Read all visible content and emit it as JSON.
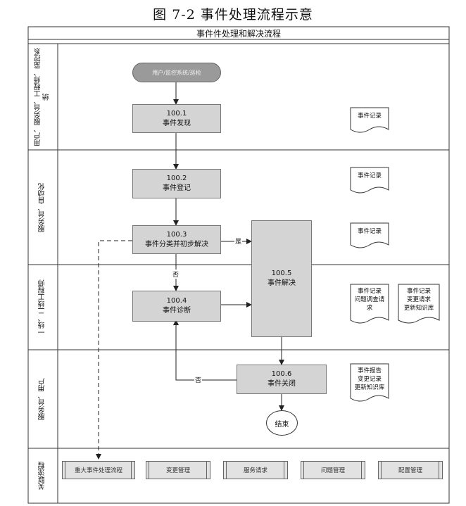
{
  "figure_title": "图 7-2  事件处理流程示意",
  "table_header": "事件件处理和解决流程",
  "lanes": [
    {
      "label": "用户、服务台、工程师、监控系统"
    },
    {
      "label": "服务台、自动化"
    },
    {
      "label": "一线、二线工程师"
    },
    {
      "label": "服务台、用户"
    },
    {
      "label": "关联流程"
    }
  ],
  "start_node": "用户/监控系统/巡检",
  "steps": [
    {
      "id": "100.1",
      "name": "事件发现"
    },
    {
      "id": "100.2",
      "name": "事件登记"
    },
    {
      "id": "100.3",
      "name": "事件分类并初步解决"
    },
    {
      "id": "100.4",
      "name": "事件诊断"
    },
    {
      "id": "100.5",
      "name": "事件解决"
    },
    {
      "id": "100.6",
      "name": "事件关闭"
    }
  ],
  "end_node": "结束",
  "edge_labels": {
    "yes": "是",
    "no_1": "否",
    "no_2": "否"
  },
  "documents": [
    {
      "lines": [
        "事件记录"
      ]
    },
    {
      "lines": [
        "事件记录"
      ]
    },
    {
      "lines": [
        "事件记录"
      ]
    },
    {
      "lines": [
        "事件记录",
        "问题调查请",
        "求"
      ]
    },
    {
      "lines": [
        "事件记录",
        "变更请求",
        "更新知识库"
      ]
    },
    {
      "lines": [
        "事件报告",
        "变更记录",
        "更新知识库"
      ]
    }
  ],
  "related_processes": [
    "重大事件处理流程",
    "变更管理",
    "服务请求",
    "问题管理",
    "配置管理"
  ]
}
